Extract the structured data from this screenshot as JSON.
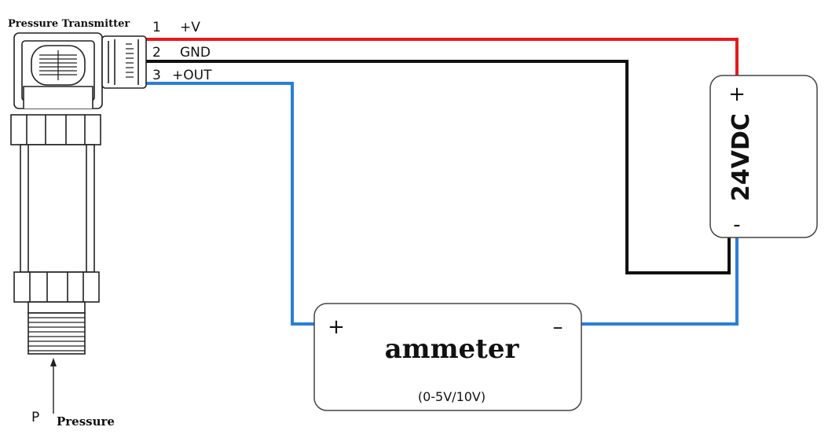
{
  "title": "Pressure Transmitter",
  "pins": [
    {
      "number": "1",
      "label": "+V"
    },
    {
      "number": "2",
      "label": "GND"
    },
    {
      "number": "3",
      "label": "+OUT"
    }
  ],
  "power_supply": {
    "label": "24VDC",
    "plus": "+",
    "minus": "-"
  },
  "meter": {
    "title": "ammeter",
    "range": "(0-5V/10V)",
    "plus": "+",
    "minus": "–"
  },
  "pressure": {
    "symbol": "P",
    "label": "Pressure"
  },
  "wire_colors": {
    "positive": "#e8191d",
    "ground": "#111111",
    "signal": "#2a7fd6"
  }
}
